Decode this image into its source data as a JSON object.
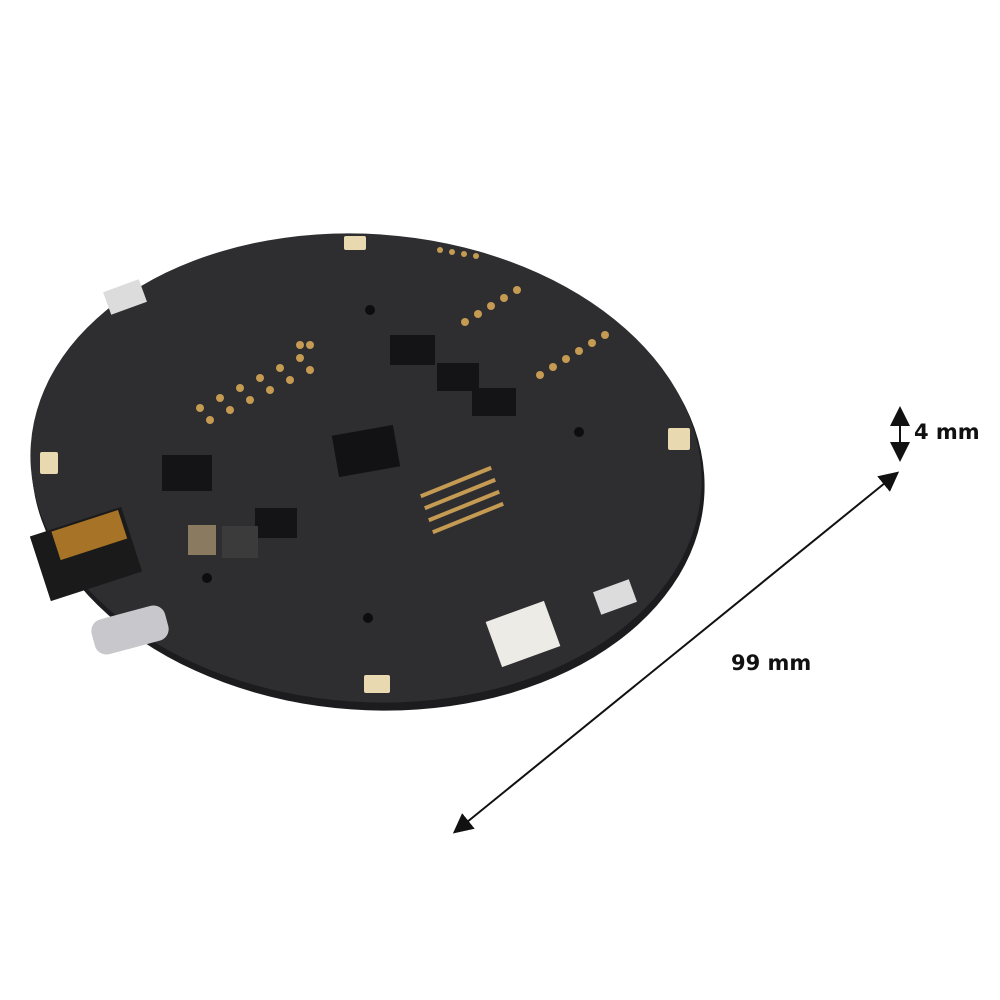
{
  "photo": {
    "subject": "round-pcb-board",
    "board_color": "#2b2b2d",
    "background_color": "#ffffff"
  },
  "dimensions": {
    "thickness_label": "4 mm",
    "diameter_label": "99 mm"
  }
}
